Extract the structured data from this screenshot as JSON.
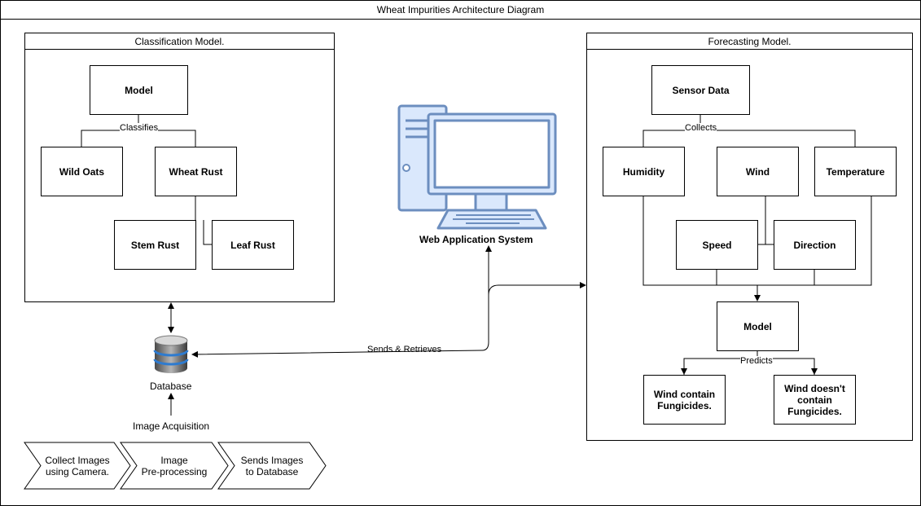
{
  "title": "Wheat Impurities Architecture Diagram",
  "classification": {
    "title": "Classification Model.",
    "model": "Model",
    "edge_classifies": "Classifies",
    "wild_oats": "Wild Oats",
    "wheat_rust": "Wheat Rust",
    "stem_rust": "Stem Rust",
    "leaf_rust": "Leaf Rust"
  },
  "forecasting": {
    "title": "Forecasting Model.",
    "sensor_data": "Sensor Data",
    "edge_collects": "Collects",
    "humidity": "Humidity",
    "wind": "Wind",
    "temperature": "Temperature",
    "speed": "Speed",
    "direction": "Direction",
    "model": "Model",
    "edge_predicts": "Predicts",
    "wind_contain_line1": "Wind contain",
    "wind_contain_line2": "Fungicides.",
    "wind_doesnt_line1": "Wind doesn't",
    "wind_doesnt_line2": "contain",
    "wind_doesnt_line3": "Fungicides."
  },
  "web_app": {
    "label": "Web Application System",
    "edge_sends_retrieves": "Sends & Retrieves"
  },
  "database": {
    "label": "Database",
    "image_acquisition": "Image Acquisition"
  },
  "pipeline": [
    {
      "line1": "Collect Images",
      "line2": "using Camera."
    },
    {
      "line1": "Image",
      "line2": "Pre-processing"
    },
    {
      "line1": "Sends Images",
      "line2": "to Database"
    }
  ],
  "icons": {
    "computer": "desktop-computer-icon",
    "database": "database-icon"
  },
  "colors": {
    "computer_fill": "#dae8fc",
    "computer_stroke": "#6c8ebf",
    "db_blue": "#2e7bcf"
  }
}
